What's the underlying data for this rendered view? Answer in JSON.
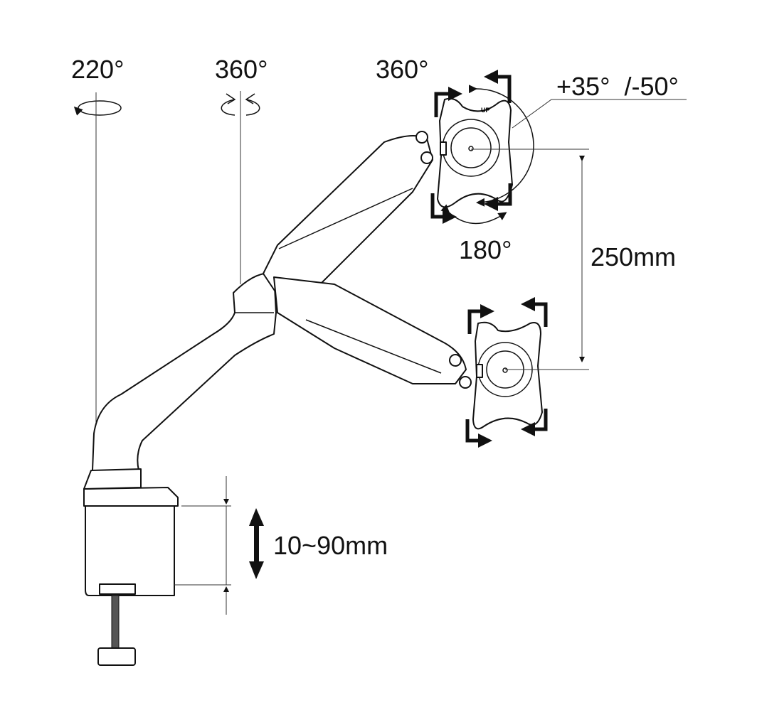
{
  "labels": {
    "base_rotation": "220°",
    "arm_rotation": "360°",
    "screen_rotation": "360°",
    "tilt": "+35°  /-50°",
    "swivel": "180°",
    "height_range": "250mm",
    "clamp_range": "10~90mm",
    "vesa_up": "UP"
  },
  "colors": {
    "line": "#111111",
    "background": "#ffffff"
  }
}
